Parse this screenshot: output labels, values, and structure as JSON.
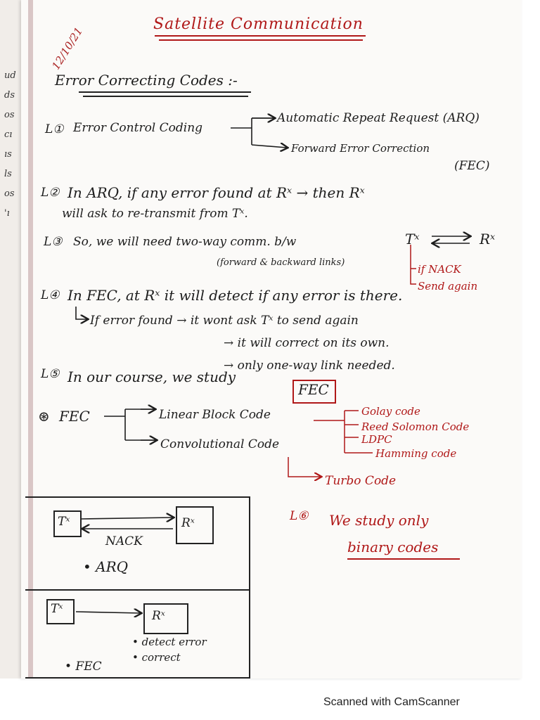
{
  "header": {
    "date": "12/10/21",
    "title": "Satellite Communication"
  },
  "section_heading": "Error Correcting Codes :-",
  "margin_fragments": [
    "ud",
    "ds",
    "os",
    "cı",
    "ıs",
    "ls",
    "os",
    "'ı"
  ],
  "notes": {
    "line1": {
      "bullet": "L①",
      "label": "Error Control Coding",
      "branch_a": "Automatic Repeat Request (ARQ)",
      "branch_b": "Forward Error Correction",
      "branch_b_abbr": "(FEC)"
    },
    "line2": {
      "bullet": "L②",
      "text_a": "In ARQ, if any error found at Rˣ → then Rˣ",
      "text_b": "will ask to re-transmit from Tˣ."
    },
    "line3": {
      "bullet": "L③",
      "text": "So, we will need two-way comm. b/w",
      "tx": "Tˣ",
      "rx": "Rˣ",
      "sub": "(forward & backward links)",
      "red_a": "if NACK",
      "red_b": "Send again"
    },
    "line4": {
      "bullet": "L④",
      "text": "In FEC, at Rˣ it will detect if any error is there.",
      "sub1": "If error found → it wont ask Tˣ to send again",
      "sub2": "→ it will correct on its own.",
      "sub3": "→ only one-way link needed."
    },
    "line5": {
      "bullet": "L⑤",
      "text": "In our course, we study",
      "boxed": "FEC"
    },
    "fec_tree": {
      "root": "FEC",
      "child_a": "Linear Block Code",
      "child_b": "Convolutional Code",
      "child_a_items": [
        "Golay code",
        "Reed Solomon Code",
        "LDPC",
        "Hamming code"
      ],
      "child_b_item": "Turbo Code"
    },
    "line6": {
      "bullet": "L⑥",
      "text": "We study only",
      "text2": "binary codes"
    }
  },
  "diagram_arq": {
    "tx": "Tˣ",
    "rx": "Rˣ",
    "nack": "NACK",
    "label": "• ARQ"
  },
  "diagram_fec": {
    "tx": "Tˣ",
    "rx": "Rˣ",
    "note1": "• detect error",
    "note2": "• correct",
    "label": "• FEC"
  },
  "footer": "Scanned with CamScanner",
  "colors": {
    "ink": "#1d1d1d",
    "red_ink": "#b01818",
    "paper": "#fbfaf8"
  }
}
